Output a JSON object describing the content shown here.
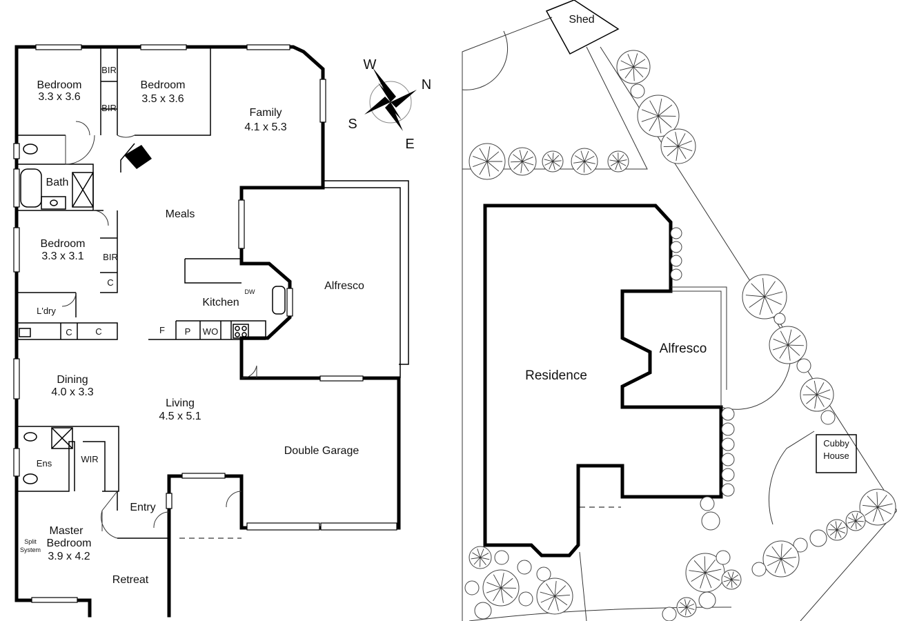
{
  "floor_plan": {
    "rooms": [
      {
        "key": "bed1",
        "name": "Bedroom",
        "size": "3.3 x 3.6"
      },
      {
        "key": "bed2",
        "name": "Bedroom",
        "size": "3.5 x 3.6"
      },
      {
        "key": "family",
        "name": "Family",
        "size": "4.1 x 5.3"
      },
      {
        "key": "bath",
        "name": "Bath",
        "size": ""
      },
      {
        "key": "meals",
        "name": "Meals",
        "size": ""
      },
      {
        "key": "bed3",
        "name": "Bedroom",
        "size": "3.3 x 3.1"
      },
      {
        "key": "laundry",
        "name": "L'dry",
        "size": ""
      },
      {
        "key": "kitchen",
        "name": "Kitchen",
        "size": ""
      },
      {
        "key": "alfresco",
        "name": "Alfresco",
        "size": ""
      },
      {
        "key": "dining",
        "name": "Dining",
        "size": "4.0 x 3.3"
      },
      {
        "key": "living",
        "name": "Living",
        "size": "4.5 x 5.1"
      },
      {
        "key": "garage",
        "name": "Double Garage",
        "size": ""
      },
      {
        "key": "ens",
        "name": "Ens",
        "size": ""
      },
      {
        "key": "wir",
        "name": "WIR",
        "size": ""
      },
      {
        "key": "entry",
        "name": "Entry",
        "size": ""
      },
      {
        "key": "master",
        "name": "Master",
        "size": "Bedroom"
      },
      {
        "key": "master_dim",
        "name": "3.9 x 4.2",
        "size": ""
      },
      {
        "key": "retreat",
        "name": "Retreat",
        "size": ""
      }
    ],
    "fixtures": {
      "bir1": "BIR",
      "bir2": "BIR",
      "bir3": "BIR",
      "cupboard1": "C",
      "cupboard2": "C",
      "cupboard3": "C",
      "dishwasher": "DW",
      "fridge": "F",
      "pantry": "P",
      "wall_oven": "WO",
      "split_line1": "Split",
      "split_line2": "System"
    },
    "compass": {
      "w": "W",
      "n": "N",
      "s": "S",
      "e": "E"
    }
  },
  "site_plan": {
    "shed": "Shed",
    "residence": "Residence",
    "alfresco": "Alfresco",
    "cubby_line1": "Cubby",
    "cubby_line2": "House"
  }
}
